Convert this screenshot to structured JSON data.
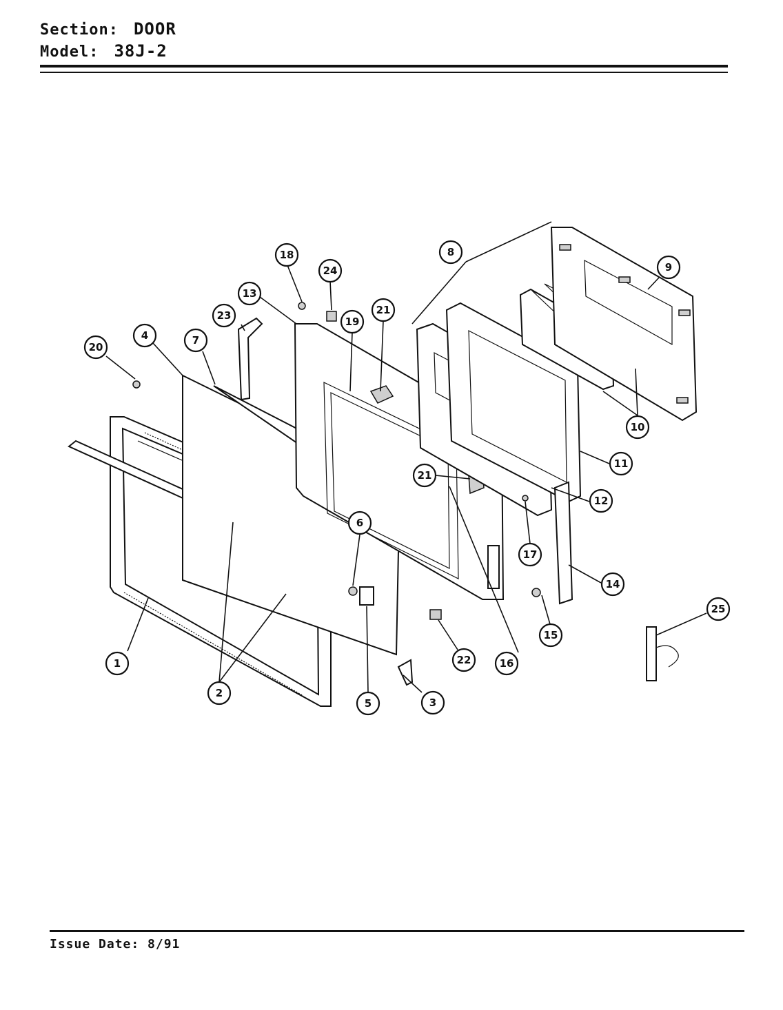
{
  "header": {
    "section_label": "Section:",
    "section_value": "DOOR",
    "model_label": "Model:",
    "model_value": "38J-2"
  },
  "footer": {
    "issue_date": "Issue Date: 8/91"
  },
  "callouts": [
    "1",
    "2",
    "3",
    "4",
    "5",
    "6",
    "7",
    "8",
    "9",
    "10",
    "11",
    "12",
    "13",
    "14",
    "15",
    "16",
    "17",
    "18",
    "19",
    "20",
    "21",
    "21",
    "22",
    "23",
    "24",
    "25"
  ]
}
